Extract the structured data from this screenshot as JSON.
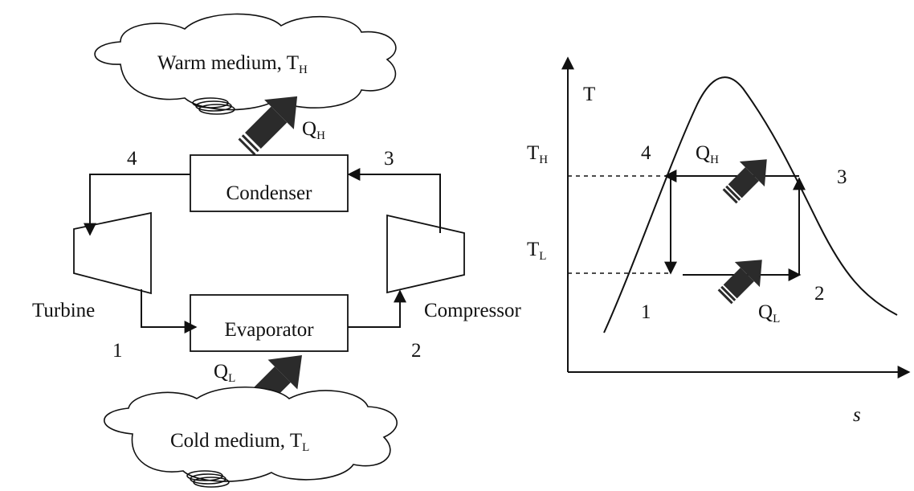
{
  "cycle": {
    "warm_medium": {
      "text": "Warm medium, T",
      "sub": "H"
    },
    "cold_medium": {
      "text": "Cold medium, T",
      "sub": "L"
    },
    "condenser": "Condenser",
    "evaporator": "Evaporator",
    "turbine": "Turbine",
    "compressor": "Compressor",
    "heat_high": {
      "text": "Q",
      "sub": "H"
    },
    "heat_low": {
      "text": "Q",
      "sub": "L"
    },
    "states": {
      "s1": "1",
      "s2": "2",
      "s3": "3",
      "s4": "4"
    }
  },
  "ts_diagram": {
    "y_axis": "T",
    "x_axis": "s",
    "temp_high": {
      "text": "T",
      "sub": "H"
    },
    "temp_low": {
      "text": "T",
      "sub": "L"
    },
    "heat_high": {
      "text": "Q",
      "sub": "H"
    },
    "heat_low": {
      "text": "Q",
      "sub": "L"
    },
    "states": {
      "s1": "1",
      "s2": "2",
      "s3": "3",
      "s4": "4"
    }
  },
  "colors": {
    "ink": "#111111",
    "heat_arrow": "#2b2b2b",
    "background": "#ffffff"
  },
  "icons": [
    "heat-arrow-icon",
    "coil-icon",
    "arrowhead-icon"
  ]
}
